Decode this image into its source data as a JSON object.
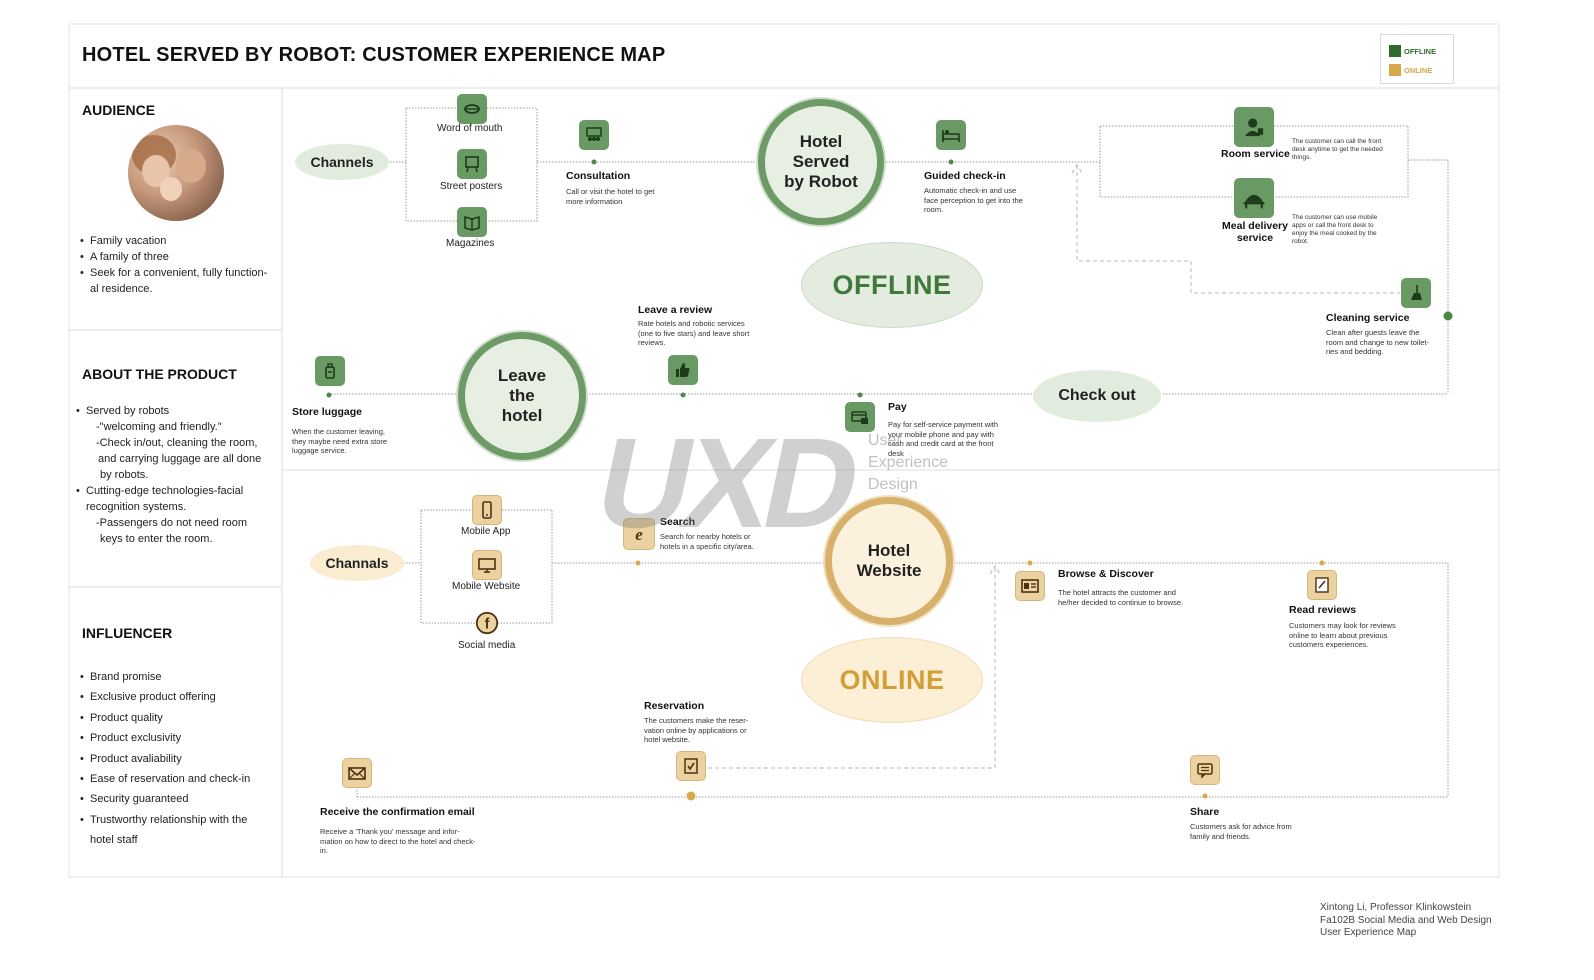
{
  "title": "HOTEL SERVED BY ROBOT: CUSTOMER EXPERIENCE MAP",
  "legend": {
    "offline": "OFFLINE",
    "online": "ONLINE",
    "offline_color": "#2f6b2e",
    "online_color": "#d9a648"
  },
  "audience": {
    "heading": "AUDIENCE",
    "items": [
      "Family vacation",
      "A family of three",
      "Seek for a convenient, fully function-",
      "al residence."
    ]
  },
  "product": {
    "heading": "ABOUT THE PRODUCT",
    "items": [
      "Served by robots",
      "-\"welcoming and friendly.\"",
      "-Check in/out, cleaning the room,",
      "and carrying luggage are all done",
      "by robots.",
      "Cutting-edge technologies-facial",
      "recognition systems.",
      "-Passengers do not need room",
      "keys to enter the room."
    ]
  },
  "influencer": {
    "heading": "INFLUENCER",
    "items": [
      "Brand promise",
      "Exclusive product offering",
      "Product quality",
      "Product exclusivity",
      "Product avaliability",
      "Ease of reservation and check-in",
      "Security guaranteed",
      "Trustworthy relationship with the",
      "hotel staff"
    ]
  },
  "offline": {
    "label": "OFFLINE",
    "channels_pill": "Channels",
    "channels": [
      "Word of mouth",
      "Street posters",
      "Magazines"
    ],
    "hub": "Hotel\nServed\nby Robot",
    "leave": "Leave\nthe\nhotel",
    "checkout": "Check out",
    "consultation": {
      "title": "Consultation",
      "desc": "Call or visit the hotel to get more information"
    },
    "checkin": {
      "title": "Guided check-in",
      "desc": "Automatic check-in and use face perception to get into the room."
    },
    "room_service": {
      "title": "Room service",
      "desc": "The customer can call the front desk anytime to get the needed things."
    },
    "meal": {
      "title": "Meal delivery service",
      "desc": "The customer can use mobile apps or call the front desk to enjoy the meal cooked by the robot."
    },
    "cleaning": {
      "title": "Cleaning service",
      "desc": "Clean after guests leave the room and change to new toilet-ries and bedding."
    },
    "review": {
      "title": "Leave a review",
      "desc": "Rate hotels and robotic services (one to five stars) and leave short reviews."
    },
    "luggage": {
      "title": "Store luggage",
      "desc": "When the customer leaving, they maybe need extra store luggage service."
    },
    "pay": {
      "title": "Pay",
      "desc": "Pay for self-service payment with your mobile phone and pay with cash and credit card at the front desk"
    }
  },
  "online": {
    "label": "ONLINE",
    "channels_pill": "Channals",
    "channels": [
      "Mobile App",
      "Mobile Website",
      "Social media"
    ],
    "hub": "Hotel\nWebsite",
    "search": {
      "title": "Search",
      "desc": "Search for nearby hotels or hotels in a specific city/area."
    },
    "browse": {
      "title": "Browse & Discover",
      "desc": "The hotel attracts the customer and he/her decided to continue to browse."
    },
    "read": {
      "title": "Read reviews",
      "desc": "Customers may look for reviews online to learn about previous customers experiences."
    },
    "reservation": {
      "title": "Reservation",
      "desc": "The customers make the reser-vation online by applications or hotel website."
    },
    "email": {
      "title": "Receive the confirmation email",
      "desc": "Receive a 'Thank you' message and infor-mation on how to direct to the hotel and check-in."
    },
    "share": {
      "title": "Share",
      "desc": "Customers ask for advice from family and friends."
    }
  },
  "watermark": {
    "mark": "UXD",
    "sub": "User\nExperience\nDesign"
  },
  "credit": "Xintong Li, Professor Klinkowstein\nFa102B Social Media and Web Design\nUser Experience Map",
  "colors": {
    "offline_green": "#6d9a66",
    "online_gold": "#d7b16c"
  }
}
